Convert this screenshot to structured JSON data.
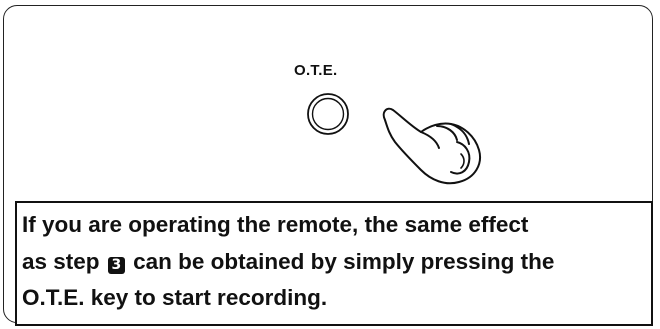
{
  "panel": {
    "button_label": "O.T.E.",
    "button_icon": "round-button-icon",
    "hand_icon": "pointing-hand-icon"
  },
  "note": {
    "line1": "If you are operating the remote, the same effect",
    "line2_before": "as step",
    "step_number": "3",
    "line2_after": "can be obtained by simply pressing the",
    "line3": "O.T.E. key to start recording."
  }
}
